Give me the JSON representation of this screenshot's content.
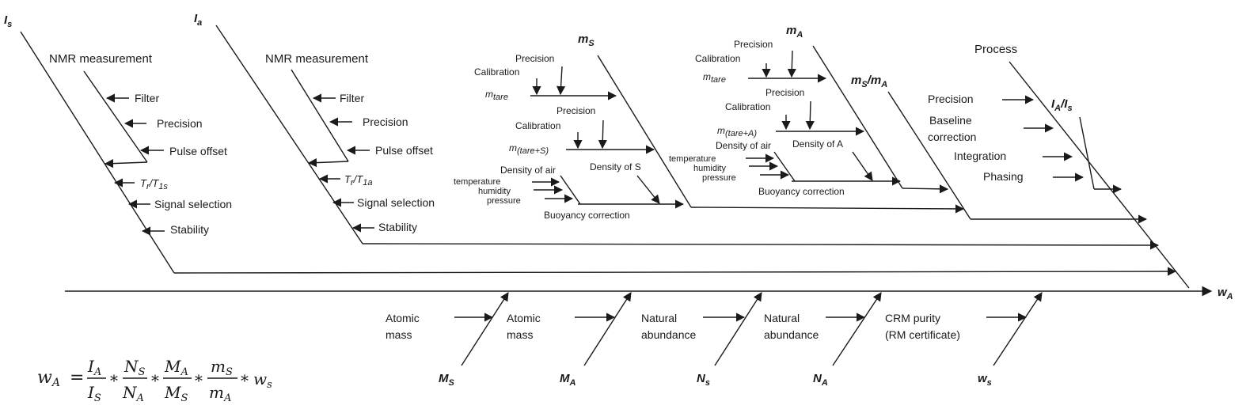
{
  "effect": {
    "symbol": "w",
    "sub": "A"
  },
  "branches": {
    "Is": {
      "symbol": "I",
      "sub": "s",
      "heading": "NMR measurement",
      "causes": [
        "Filter",
        "Precision",
        "Pulse offset",
        "Signal selection",
        "Stability"
      ],
      "tr_ratio": {
        "num": "T",
        "num_sub": "r",
        "den": "T",
        "den_sub": "1s"
      }
    },
    "Ia": {
      "symbol": "I",
      "sub": "a",
      "heading": "NMR measurement",
      "causes": [
        "Filter",
        "Precision",
        "Pulse offset",
        "Signal selection",
        "Stability"
      ],
      "tr_ratio": {
        "num": "T",
        "num_sub": "r",
        "den": "T",
        "den_sub": "1a"
      }
    },
    "mS": {
      "symbol": "m",
      "sub": "S",
      "tare": {
        "label": "m",
        "sub": "tare",
        "precision": "Precision",
        "calibration": "Calibration"
      },
      "tare_s": {
        "label": "m",
        "sub": "(tare+S)",
        "precision": "Precision",
        "calibration": "Calibration"
      },
      "density_air": "Density of air",
      "density_sample": "Density of S",
      "env": [
        "temperature",
        "humidity",
        "pressure"
      ],
      "buoyancy": "Buoyancy correction"
    },
    "mA": {
      "symbol": "m",
      "sub": "A",
      "tare": {
        "label": "m",
        "sub": "tare",
        "precision": "Precision",
        "calibration": "Calibration"
      },
      "tare_a": {
        "label": "m",
        "sub": "(tare+A)",
        "precision": "Precision",
        "calibration": "Calibration"
      },
      "density_air": "Density of air",
      "density_sample": "Density of A",
      "env": [
        "temperature",
        "humidity",
        "pressure"
      ],
      "buoyancy": "Buoyancy correction"
    },
    "ratio_m": {
      "num": "m",
      "num_sub": "S",
      "sep": "/",
      "den": "m",
      "den_sub": "A"
    },
    "process": {
      "heading": "Process",
      "ratio": {
        "num": "I",
        "num_sub": "A",
        "sep": "/",
        "den": "I",
        "den_sub": "s"
      },
      "causes": [
        "Precision",
        "Baseline",
        "correction",
        "Integration",
        "Phasing"
      ]
    }
  },
  "bottom": [
    {
      "symbol": "M",
      "sub": "S",
      "cause_lines": [
        "Atomic",
        "mass"
      ]
    },
    {
      "symbol": "M",
      "sub": "A",
      "cause_lines": [
        "Atomic",
        "mass"
      ]
    },
    {
      "symbol": "N",
      "sub": "s",
      "cause_lines": [
        "Natural",
        "abundance"
      ]
    },
    {
      "symbol": "N",
      "sub": "A",
      "cause_lines": [
        "Natural",
        "abundance"
      ]
    },
    {
      "symbol": "w",
      "sub": "s",
      "cause_lines": [
        "CRM purity",
        "(RM certificate)"
      ]
    }
  ],
  "equation": {
    "lhs": "w",
    "lhs_sub": "A",
    "equals": "=",
    "times": "*",
    "fracs": [
      {
        "num": "I",
        "num_sub": "A",
        "den": "I",
        "den_sub": "S"
      },
      {
        "num": "N",
        "num_sub": "S",
        "den": "N",
        "den_sub": "A"
      },
      {
        "num": "M",
        "num_sub": "A",
        "den": "M",
        "den_sub": "S"
      },
      {
        "num": "m",
        "num_sub": "S",
        "den": "m",
        "den_sub": "A"
      }
    ],
    "tail": "w",
    "tail_sub": "s"
  }
}
